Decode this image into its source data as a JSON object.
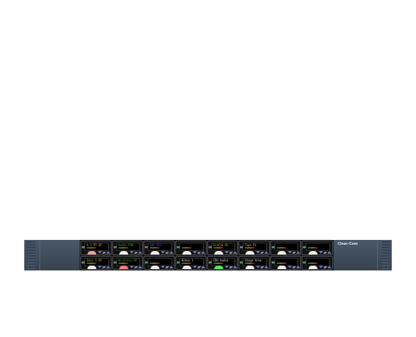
{
  "device": {
    "brand": "Clear-Com",
    "keys": [
      {
        "label": "A.1 PT SP",
        "color": "#d8c020",
        "talk": "#f0a0a0"
      },
      {
        "label": "Audio FOH",
        "color": "#30c030",
        "talk": "#eeeeee"
      },
      {
        "label": "SNS REC",
        "color": "#3050e0",
        "talk": "#eeeeee"
      },
      {
        "label": "",
        "color": "#ffffff",
        "talk": "#eeeeee"
      },
      {
        "label": "Grafik PL",
        "color": "#d8c020",
        "talk": "#eeeeee"
      },
      {
        "label": "Tape PL",
        "color": "#d8c020",
        "talk": "#eeeeee"
      },
      {
        "label": "",
        "color": "#ffffff",
        "talk": "#eeeeee"
      },
      {
        "label": "",
        "color": "#ffffff",
        "talk": "#eeeeee"
      },
      {
        "label": "Skis 1 SP",
        "color": "#d8c020",
        "talk": "#eeeeee"
      },
      {
        "label": "Wireless SP",
        "color": "#30c030",
        "talk": "#f08080"
      },
      {
        "label": "",
        "color": "#ffffff",
        "talk": "#eeeeee"
      },
      {
        "label": "Bühne 1",
        "color": "#e0d0f0",
        "talk": "#eeeeee"
      },
      {
        "label": "FOH Audio",
        "color": "#e0e0e0",
        "talk": "#60e060"
      },
      {
        "label": "Stage Area",
        "color": "#e0e0e0",
        "talk": "#eeeeee"
      },
      {
        "label": "",
        "color": "#ffffff",
        "talk": "#eeeeee"
      },
      {
        "label": "",
        "color": "#ffffff",
        "talk": "#eeeeee"
      }
    ]
  }
}
